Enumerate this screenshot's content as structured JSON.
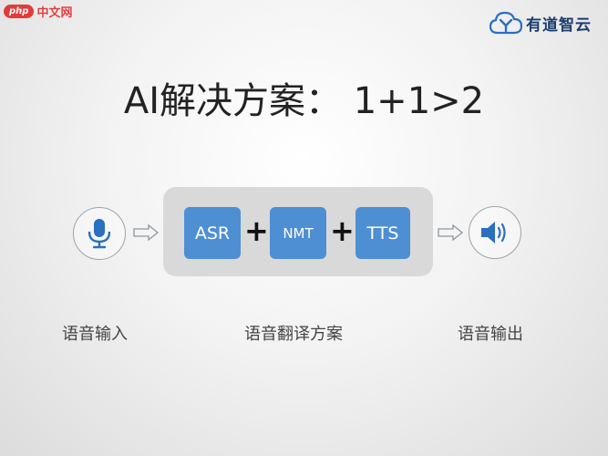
{
  "watermark": {
    "badge": "php",
    "text": "中文网"
  },
  "brand": {
    "name": "有道智云",
    "icon": "cloud-y-logo-icon"
  },
  "title": "AI解决方案： 1+1>2",
  "pipeline": {
    "steps": [
      "ASR",
      "NMT",
      "TTS"
    ],
    "operator": "+"
  },
  "icons": {
    "input": "microphone-icon",
    "output": "speaker-icon",
    "arrow": "outline-arrow-right-icon"
  },
  "labels": {
    "input": "语音输入",
    "translate": "语音翻译方案",
    "output": "语音输出"
  },
  "colors": {
    "step_box": "#4e8fd4",
    "pipeline_bg": "#d9d9d9",
    "icon_blue": "#2a6fc1",
    "brand": "#1a3d6e"
  }
}
